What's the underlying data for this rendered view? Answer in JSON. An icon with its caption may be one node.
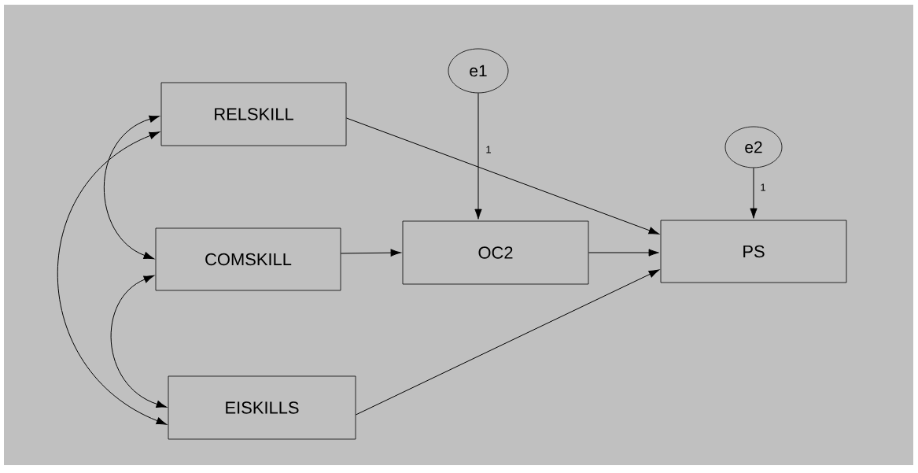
{
  "diagram": {
    "nodes": [
      {
        "text": [
          "RELSKILL"
        ]
      },
      {
        "text": [
          "COMSKILL"
        ]
      },
      {
        "text": [
          "EISKILLS"
        ]
      },
      {
        "text": [
          "OC2"
        ]
      },
      {
        "text": [
          "PS"
        ]
      },
      {
        "text": [
          "e1"
        ]
      },
      {
        "text": [
          "e2"
        ]
      }
    ],
    "edges": [
      {
        "from": 0,
        "to": 4,
        "arrow": "to"
      },
      {
        "from": 1,
        "to": 3,
        "arrow": "to"
      },
      {
        "from": 3,
        "to": 4,
        "arrow": "to"
      },
      {
        "from": 2,
        "to": 4,
        "arrow": "to"
      },
      {
        "from": 5,
        "to": 3,
        "arrow": "to",
        "label": "1"
      },
      {
        "from": 6,
        "to": 4,
        "arrow": "to",
        "label": "1"
      },
      {
        "from": 0,
        "to": 1,
        "arrow": "both"
      },
      {
        "from": 1,
        "to": 2,
        "arrow": "both"
      },
      {
        "from": 0,
        "to": 2,
        "arrow": "both"
      }
    ]
  }
}
